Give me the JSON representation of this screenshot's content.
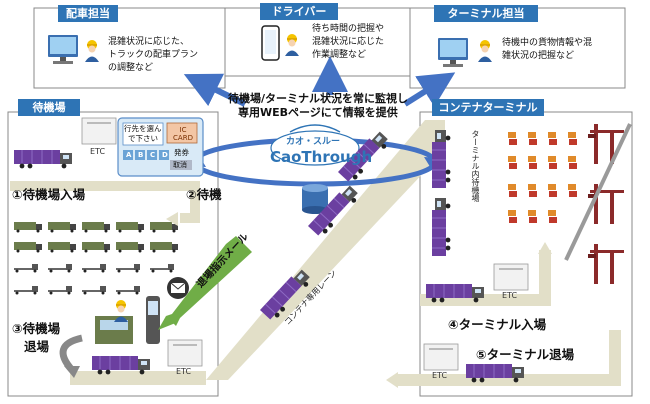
{
  "roles": {
    "dispatch": {
      "tag": "配車担当",
      "line1": "混雑状況に応じた、",
      "line2": "トラックの配車プラン",
      "line3": "の調整など"
    },
    "driver": {
      "tag": "ドライバー",
      "line1": "待ち時間の把握や",
      "line2": "混雑状況に応じた",
      "line3": "作業調整など"
    },
    "terminal_staff": {
      "tag": "ターミナル担当",
      "line1": "待機中の貨物情報や混",
      "line2": "雑状況の把握など"
    }
  },
  "center": {
    "monitor_line1": "待機場/ターミナル状況を常に監視し",
    "monitor_line2": "専用WEBページにて情報を提供",
    "logo_kana": "カオ・スルー",
    "logo_text": "CaoThrough"
  },
  "waiting_area": {
    "tag": "待機場",
    "step1": "①待機場入場",
    "step2": "②待機",
    "step3_line1": "③待機場",
    "step3_line2": "退場",
    "kiosk": {
      "prompt_line1": "行先を選ん",
      "prompt_line2": "で下さい",
      "card": "IC CARD",
      "issue": "発券",
      "buttons": [
        "A",
        "B",
        "C",
        "D"
      ],
      "cancel": "取消"
    }
  },
  "terminal": {
    "tag": "コンテナターミナル",
    "inner_waiting": "ターミナル内待機場",
    "step4": "④ターミナル入場",
    "step5": "⑤ターミナル退場"
  },
  "lanes": {
    "container_lane": "コンテナ専用レーン",
    "notify_mail": "退場指示メール"
  },
  "etc": "ETC",
  "colors": {
    "tag_blue": "#2e74b5",
    "arrow_blue": "#4472c4",
    "road_beige": "#e2dfc8",
    "notify_green": "#70ad47",
    "container_purple": "#6b3fa0",
    "cab_gray": "#8a8a8a"
  }
}
